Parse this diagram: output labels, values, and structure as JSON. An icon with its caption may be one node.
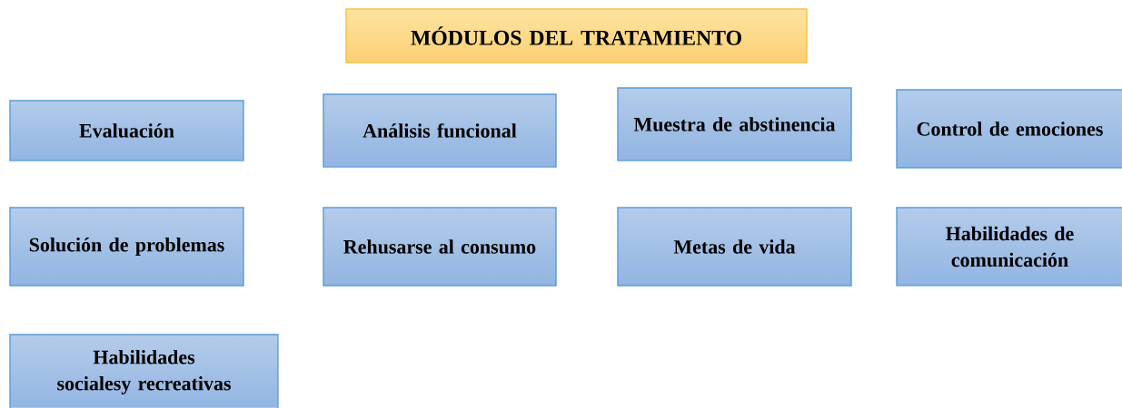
{
  "diagram": {
    "nodes": [
      {
        "text": [
          "MÓDULOS DEL TRATAMIENTO"
        ]
      },
      {
        "text": [
          "Evaluación"
        ]
      },
      {
        "text": [
          "Análisis funcional"
        ]
      },
      {
        "text": [
          "Muestra de abstinencia"
        ]
      },
      {
        "text": [
          "Control de emociones"
        ]
      },
      {
        "text": [
          "Solución de problemas"
        ]
      },
      {
        "text": [
          "Rehusarse al consumo"
        ]
      },
      {
        "text": [
          "Metas de vida"
        ]
      },
      {
        "text": [
          "Habilidades de comunicación"
        ]
      },
      {
        "text": [
          "Habilidades socialesy recreativas"
        ]
      }
    ]
  }
}
